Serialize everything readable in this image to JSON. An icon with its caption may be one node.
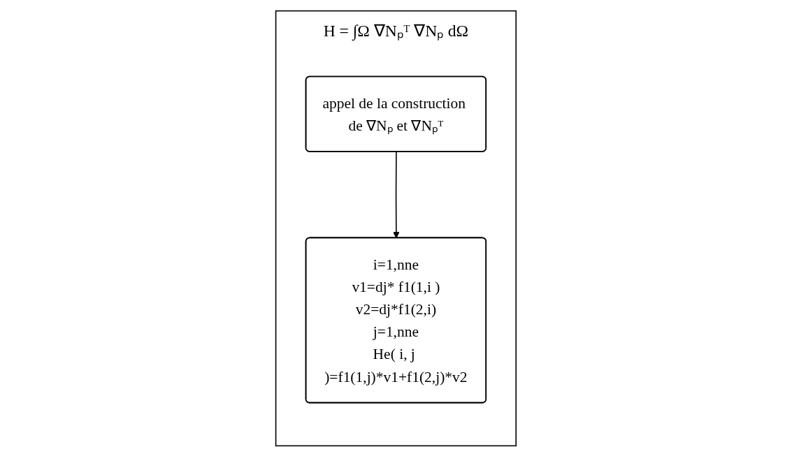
{
  "diagram": {
    "nodes": [
      {
        "text": [
          "H = ∫Ω ∇Nₚᵀ ∇Nₚ dΩ"
        ]
      },
      {
        "text": [
          "appel de la construction de ∇Nₚ et ∇Nₚᵀ"
        ],
        "in": 0
      },
      {
        "text": [
          "i=1,nne",
          "v1=dj* f1(1,i )",
          "v2=dj*f1(2,i)",
          "j=1,nne",
          "He( i, j )=f1(1,j)*v1+f1(2,j)*v2"
        ],
        "in": 0
      }
    ],
    "edges": [
      {
        "from": 1,
        "to": 2,
        "arrow": "to"
      }
    ]
  }
}
